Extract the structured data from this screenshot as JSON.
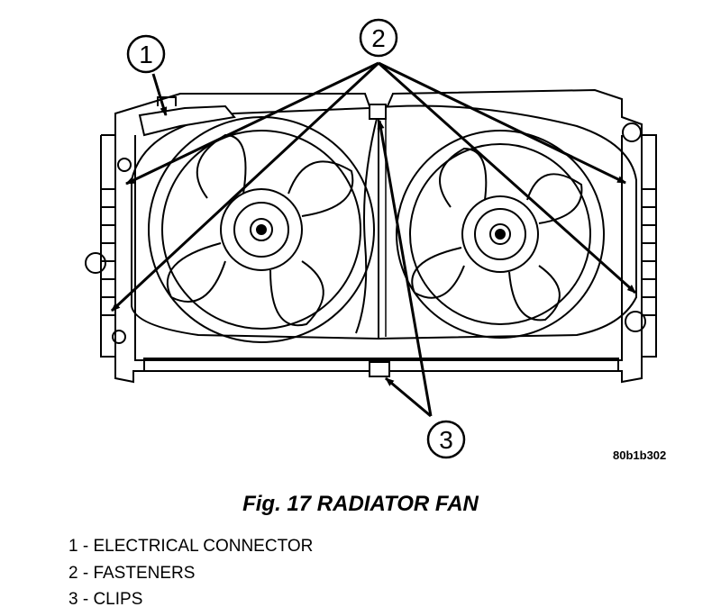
{
  "figure": {
    "code": "80b1b302",
    "caption": "Fig. 17 RADIATOR FAN"
  },
  "callouts": [
    {
      "number": "1"
    },
    {
      "number": "2"
    },
    {
      "number": "3"
    }
  ],
  "legend": [
    {
      "text": "1 - ELECTRICAL CONNECTOR"
    },
    {
      "text": "2 - FASTENERS"
    },
    {
      "text": "3 - CLIPS"
    }
  ]
}
